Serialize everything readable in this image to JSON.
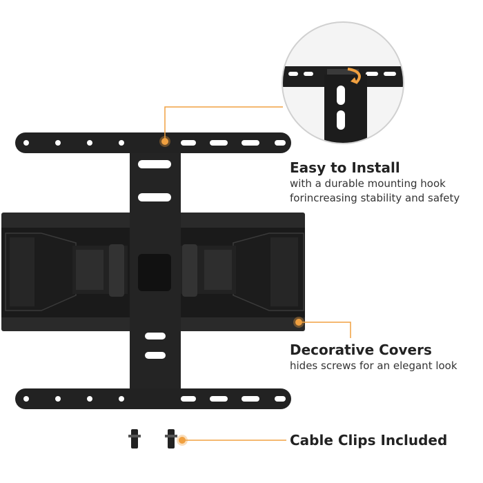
{
  "colors": {
    "accent": "#f0a040",
    "metal": "#1e1e1e",
    "metal_light": "#3a3a3a",
    "background": "#ffffff"
  },
  "features": [
    {
      "title": "Easy to Install",
      "line1": "with a durable mounting hook",
      "line2": "forincreasing stability and safety"
    },
    {
      "title": "Decorative Covers",
      "line1": "hides screws for an elegant look"
    },
    {
      "title": "Cable Clips Included"
    }
  ]
}
